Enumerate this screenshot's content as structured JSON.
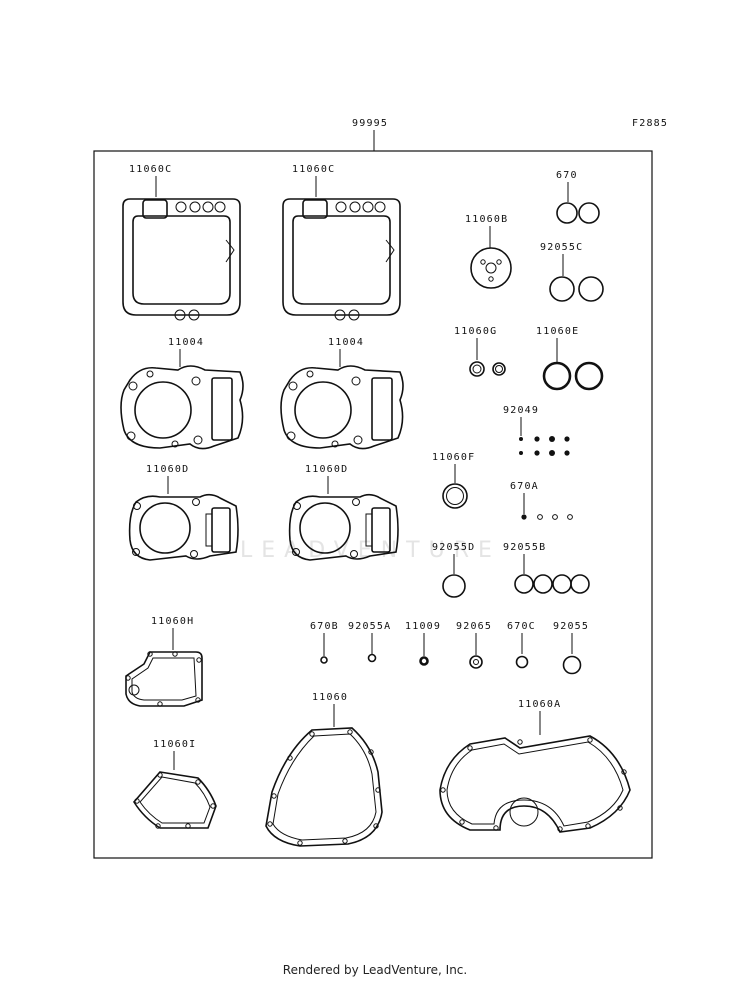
{
  "diagram_code": "F2885",
  "kit_part": "99995",
  "parts": {
    "p11060c_1": "11060C",
    "p11060c_2": "11060C",
    "p670": "670",
    "p11060b": "11060B",
    "p92055c": "92055C",
    "p11004_1": "11004",
    "p11004_2": "11004",
    "p11060g": "11060G",
    "p11060e": "11060E",
    "p92049": "92049",
    "p11060d_1": "11060D",
    "p11060d_2": "11060D",
    "p11060f": "11060F",
    "p670a": "670A",
    "p92055d": "92055D",
    "p92055b": "92055B",
    "p11060h": "11060H",
    "p670b": "670B",
    "p92055a": "92055A",
    "p11009": "11009",
    "p92065": "92065",
    "p670c": "670C",
    "p92055": "92055",
    "p11060i": "11060I",
    "p11060": "11060",
    "p11060a": "11060A"
  },
  "watermark": "LEADVENTURE",
  "footer": "Rendered by LeadVenture, Inc."
}
